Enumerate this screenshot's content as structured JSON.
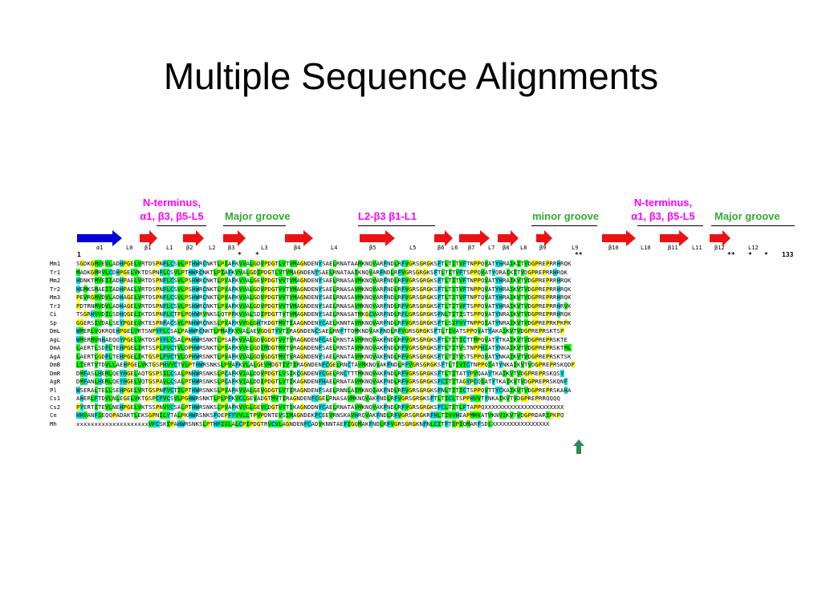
{
  "slide": {
    "title": "Multiple Sequence Alignments"
  },
  "annotations": {
    "nterm1_line1": "N-terminus,",
    "nterm1_line2": "α1, β3, β5-L5",
    "major1": "Major groove",
    "l2b3": "L2-β3  β1-L1",
    "minor": "minor groove",
    "nterm2_line1": "N-terminus,",
    "nterm2_line2": "α1, β3, β5-L5",
    "major2": "Major groove"
  },
  "ss_labels": [
    "α1",
    "L0",
    "β1",
    "L1",
    "β2",
    "L2",
    "β3",
    "L3",
    "β4",
    "L4",
    "β5",
    "L5",
    "β6",
    "L6",
    "β7",
    "L7",
    "β8",
    "L8",
    "β9",
    "L9",
    "β10",
    "L10",
    "β11",
    "L11",
    "β12",
    "L12"
  ],
  "position_labels": {
    "start": "1",
    "end": "133"
  },
  "conservation_marks": [
    "*",
    "*",
    "**",
    "**",
    "*",
    "*"
  ],
  "colors": {
    "helix": "#0000dd",
    "strand": "#ee1111",
    "magenta": "#ff00ff",
    "green": "#33aa33",
    "teal": "#00dddd",
    "yellow": "#ffff00",
    "lime": "#00ff00",
    "marker": "#2e8b57"
  },
  "alignment": {
    "rows": [
      {
        "name": "Mm1",
        "seq": "SGDKGMVEVLADHPGELVRTDSPNFLCSVLPTHWRCNKTLPIAFKVVALGDVPDGTLVTVMAGNDENYSAELRNATAAMKNQVARFNDLRFVGRSGRGKSFTLTITVFTNPPQVATYHRAIKITVDGPREPRRHRQK"
      },
      {
        "name": "Tr1",
        "seq": "MADKGMRVLCDHPGELVKTDSPNFLCSVLPTHWRCNKTLPIAFKVVALGDIPDGTLVTVMAGNDENYSAELRNATAAIKNQVARFNDLRFVGRSGRGKSFTLTITVFTSPPQVATYQRAIKITVDGPREPRRHRQK"
      },
      {
        "name": "Mm2",
        "seq": "HDNKTMVEIIADHPAELVRTDSPNFLCSVLPSHWRCNKTLPVAFKVVALGEVPDGTVVTVMAGNDENYSAELRNASAVMKNQVARFNDLRFVGRSGRGKSFTLTITVFTNPPQVATYHRAIKVTVDGPREPRRHRQK"
      },
      {
        "name": "Tr2",
        "seq": "HEMKSMAEIIADHPAELVRTDSPNFLCSVLPSHWRCNKTLPVAFKVVALGDVPDGTVVTVMAGNDENYSAELRNASAVMKNQVARFNDLRFVGRSGRGKSFTLTITVFTNPPQVATYHRAIKVTVDGPREPRRHRQK"
      },
      {
        "name": "Mm3",
        "seq": "PEVRGMVDVLADHAGELVRTDSPNFLCSVLPSHWRCNKTLPVAFKVVALGDVPDGTVVTVMAGNDENYSAELRNASAVMKNQVARFNDLRFVGRSGRGKSFTLTITVFTNPTQVATYHRAIKVTVDGPREPRRHRQK"
      },
      {
        "name": "Tr3",
        "seq": "PDTRNMVDVLADHAGELVRTDSPNFLCSVLPSHWRCNKTLPVAFKVVALGDVPDGTVVTVMAGNDENYSAELRNASAVMKNQVARFNDLRFVGRSGRGKSFTLTITVFTSPPQVATYHRAIKVTVDGPREPRRHRVK"
      },
      {
        "name": "Ci",
        "seq": "TSGRHVVDILSDHQGELIKTDSPNFLCTPLPQHWRVNKSLQTPFKVVALSDIPDGTTVTVMAGNDENYSAELRNASATMKGCVARFNDLRFLGRSGRGKSFNLTITISTSPPQVATYNRAIKVTVDGPREPRRHRQK"
      },
      {
        "name": "Sp",
        "seq": "GGERSIVDALSEYPGELVKTESPNFACSVLPNHWRCNKSLPVAFKVVGLGHTKDGTMVTIAAGNDENYCAELKNNTAVMKNQVARFNDLRFVGRSGRGKSFTLSIFVYTNPPQIATYNRAIKVTVDGPREPRKPKPK"
      },
      {
        "name": "DmL",
        "seq": "WMERLVQKRQEHPGELVRTSNPYFLCSALPAHWRCNKTLPMAFKVVALAEVGDGTYVTIRAGNDENCSAELRNFTTQMKNDVAKFNDLRFVGRSGRGKSFTLTIVATSPPQVATYAKAIKVTVDGPREPRSKTSP"
      },
      {
        "name": "AgL",
        "seq": "WMERMVNHAEQQYPGELVKTDSPYFLCSALPNHWRSNKTLPSAFKVVALGDVGDGTVVTVRAGNDENFCAELRNSTAVMRNQVAKFNDLRFVGRSGRGKSFTLTITICTTMPQVATYTKAIKVTVDGPREPRSKTE"
      },
      {
        "name": "DmA",
        "seq": "LAERTLSDFLTEHPGELIRTSSPLFVCTVLDPHWRSNKTLPVAFKVVELGDIMDGTMVTVRAGNDENFSAELRNSTAVMKNQVAKFNDLRFVGRSGRGKSFTLTITVSTNPPHIATYNKAIKVTVDGPREPRSKTML"
      },
      {
        "name": "AgA",
        "seq": "LAERTLGDFLTEHPGELIKTGSPLFVCTVLDPHWRSNKTLPVAFKVVALGDVGDGTMVTVRAGNDENYSAELRNATAVMKNQVAKFNDLRFVGRSGRGKSFTLTITVSTSPPQVATYNKAIKVTVDGPREPRSKTSK"
      },
      {
        "name": "DmB",
        "seq": "LIERTVTDVLLAEHPGELVKTGSPHVVCTVLPTHWRSNKSLPVAFKVLALGEVMDGTIVTIRAGNDENFCGELRNCTAVMKNQVAKFNDLRFVGRSGRGKSFTLTIVICTNPPQIATYNKAIKVTVDGPREPRSKQDP"
      },
      {
        "name": "DmR",
        "seq": "DMFASLHEMLQEYHGELAQTGSPSILCSALPNHWRSNKSLPCAFKVIALDDVPDGTLVSIKCGNDENYCGELRNCTTTMKNQVAKFNDLRFVGRSGRGKSFTLTITATYPVQAAYTKAIKVTVDGPREPRSKQSY"
      },
      {
        "name": "AgR",
        "seq": "DMFANLHEMLQEYHGELVQTGSPAVLCSALPTHWRSNKSLPCAFKVIALDDIPDGTLVTIKAGNDENFHAELRNATAVMKNQVAKFNDLRFVGRSGRGKSFCITITAGYPCQIATYTKAIKVTVDGPREPRSKQNF"
      },
      {
        "name": "Pl",
        "seq": "WSERALTELLSEHPGELVRTGSPNFVCTILPTHWRSNKSLPVAFKVVALGEVGDGTLVTIRAGNDENFSAELRNNLAIMKNQIAKFNDLRFVGRSGRGKSFNLTITICTSPPQVTTYCKAIKVTVDGPREPRSKAHA"
      },
      {
        "name": "Cs1",
        "seq": "AHERLFTDVLNLEGELVKTGSPCFVCSVLPGHWRSNKTLPLPFKVCLGEVADGTMVTIRAGNDENFCGELRNASAVMKNQVAKFNDLRFVGRSGRGKSFTLTICLTSPPHVVTYNKAIKVTVDGPREPRRQQQQ"
      },
      {
        "name": "Cs2",
        "seq": "PYERTITEVLNEHPGELVKTSSPNVVCSALPTHWRSNKSLPVAFKVVGLGEVLDGTVVTIKAGNDDNYCAELRNATAVMKNQVAKFNDLRFVGRSGRGKSFCLTITLFTAPPQXXXXXXXXXXXXXXXXXXXXXX"
      },
      {
        "name": "Ce",
        "seq": "HHVANFIEQQPADAKTLEKSGPNILYTALPKHWRSNKSFQEPFYVVLLTPVPDNTEVSIMAGNDEKFCEEVRNSKAVHRQVAKFNDLRFVGRSGRGKRFHLTIVVHEAPMMVATVKNVIKVTVDGPRDARIPKPQ"
      },
      {
        "name": "Mh",
        "seq": "xxxxxxxxxxxxxxxxxxxxVFCSKIPAHWRSNKSLPTHFIILALCPIPDGTRVCVLAGNDENFCADVKNNTAEFIGQMAKFNDLRFVGRSGRGKNFNLCITFTIPIQMARFSDLXXXXXXXXXXXXXXXX"
      }
    ]
  }
}
